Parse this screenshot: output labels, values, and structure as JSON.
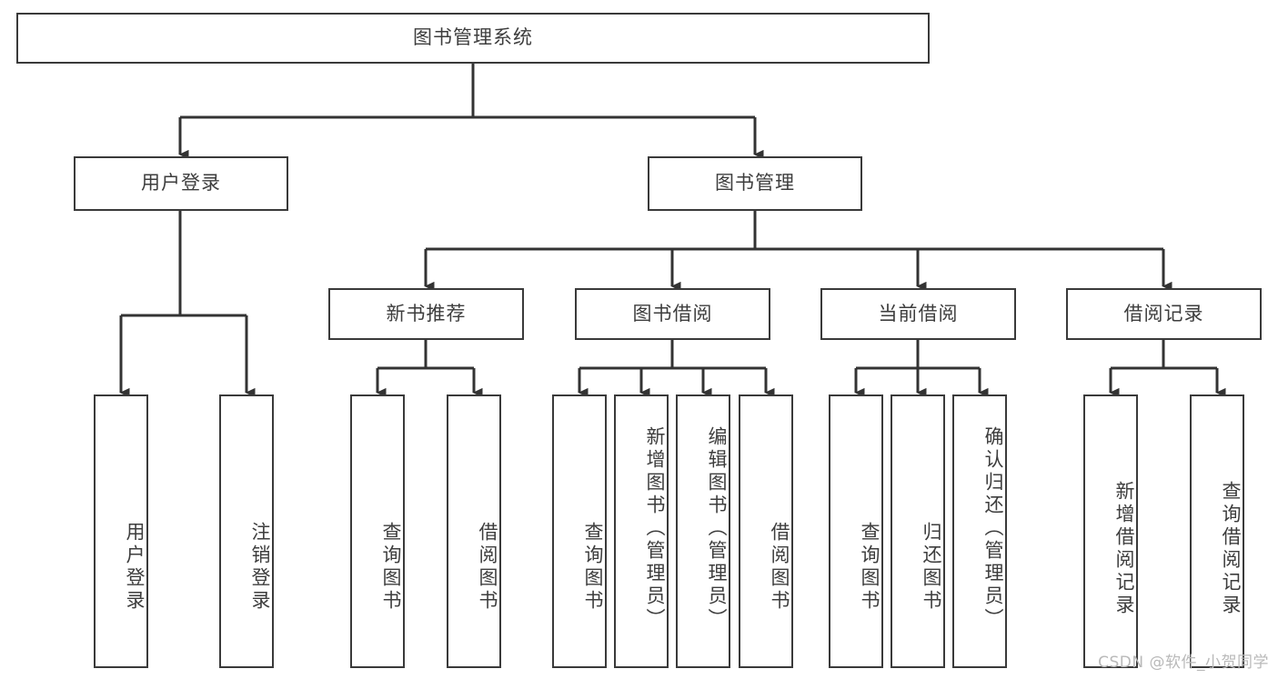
{
  "diagram": {
    "title": "图书管理系统",
    "type": "tree",
    "root": {
      "id": "root",
      "label": "图书管理系统",
      "orientation": "horizontal"
    },
    "level2": [
      {
        "id": "user-login",
        "label": "用户登录",
        "orientation": "horizontal"
      },
      {
        "id": "book-manage",
        "label": "图书管理",
        "orientation": "horizontal"
      }
    ],
    "level3": [
      {
        "id": "new-book-recommend",
        "label": "新书推荐",
        "orientation": "horizontal",
        "parent": "book-manage"
      },
      {
        "id": "book-borrow",
        "label": "图书借阅",
        "orientation": "horizontal",
        "parent": "book-manage"
      },
      {
        "id": "current-borrow",
        "label": "当前借阅",
        "orientation": "horizontal",
        "parent": "book-manage"
      },
      {
        "id": "borrow-record",
        "label": "借阅记录",
        "orientation": "horizontal",
        "parent": "book-manage"
      }
    ],
    "leaves": [
      {
        "id": "leaf-user-login",
        "label": "用户登录",
        "parent": "user-login",
        "orientation": "vertical"
      },
      {
        "id": "leaf-user-logout",
        "label": "注销登录",
        "parent": "user-login",
        "orientation": "vertical"
      },
      {
        "id": "leaf-query-book-1",
        "label": "查询图书",
        "parent": "new-book-recommend",
        "orientation": "vertical"
      },
      {
        "id": "leaf-borrow-book-1",
        "label": "借阅图书",
        "parent": "new-book-recommend",
        "orientation": "vertical"
      },
      {
        "id": "leaf-query-book-2",
        "label": "查询图书",
        "parent": "book-borrow",
        "orientation": "vertical"
      },
      {
        "id": "leaf-add-book",
        "label": "新增图书（管理员）",
        "parent": "book-borrow",
        "orientation": "vertical"
      },
      {
        "id": "leaf-edit-book",
        "label": "编辑图书（管理员）",
        "parent": "book-borrow",
        "orientation": "vertical"
      },
      {
        "id": "leaf-borrow-book-2",
        "label": "借阅图书",
        "parent": "book-borrow",
        "orientation": "vertical"
      },
      {
        "id": "leaf-query-book-3",
        "label": "查询图书",
        "parent": "current-borrow",
        "orientation": "vertical"
      },
      {
        "id": "leaf-return-book",
        "label": "归还图书",
        "parent": "current-borrow",
        "orientation": "vertical"
      },
      {
        "id": "leaf-confirm-return",
        "label": "确认归还（管理员）",
        "parent": "current-borrow",
        "orientation": "vertical"
      },
      {
        "id": "leaf-add-record",
        "label": "新增借阅记录",
        "parent": "borrow-record",
        "orientation": "vertical"
      },
      {
        "id": "leaf-query-record",
        "label": "查询借阅记录",
        "parent": "borrow-record",
        "orientation": "vertical"
      }
    ],
    "watermark": "CSDN @软件_小贺同学",
    "colors": {
      "background": "#ffffff",
      "box_border": "#3a3a3a",
      "box_fill": "#ffffff",
      "text": "#3d3d3d",
      "edge": "#333333",
      "watermark": "#b9b9b9"
    }
  }
}
